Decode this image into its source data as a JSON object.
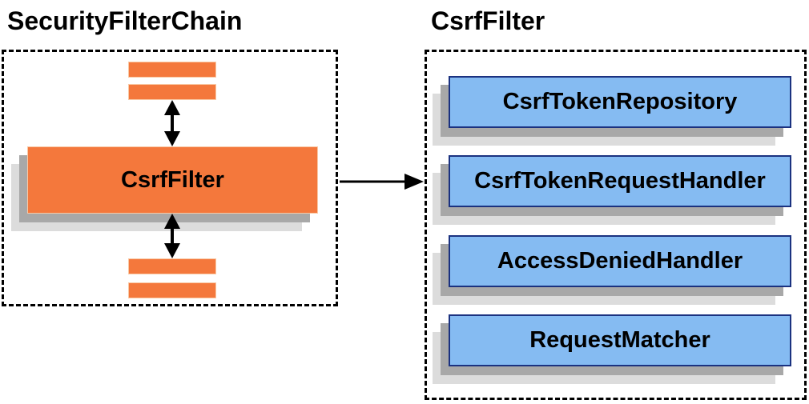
{
  "left_group": {
    "title": "SecurityFilterChain",
    "node_label": "CsrfFilter"
  },
  "right_group": {
    "title": "CsrfFilter",
    "components": [
      {
        "label": "CsrfTokenRepository"
      },
      {
        "label": "CsrfTokenRequestHandler"
      },
      {
        "label": "AccessDeniedHandler"
      },
      {
        "label": "RequestMatcher"
      }
    ]
  },
  "icons": {
    "vertical_connector": "double-arrow-icon",
    "flow_connector": "arrow-right-icon"
  },
  "colors": {
    "orange": "#f4783c",
    "blue_fill": "#85bbf2",
    "blue_border": "#1b3280",
    "shadow_dark": "#a8a8a8",
    "shadow_light": "#dcdcdc",
    "line": "#000000"
  }
}
